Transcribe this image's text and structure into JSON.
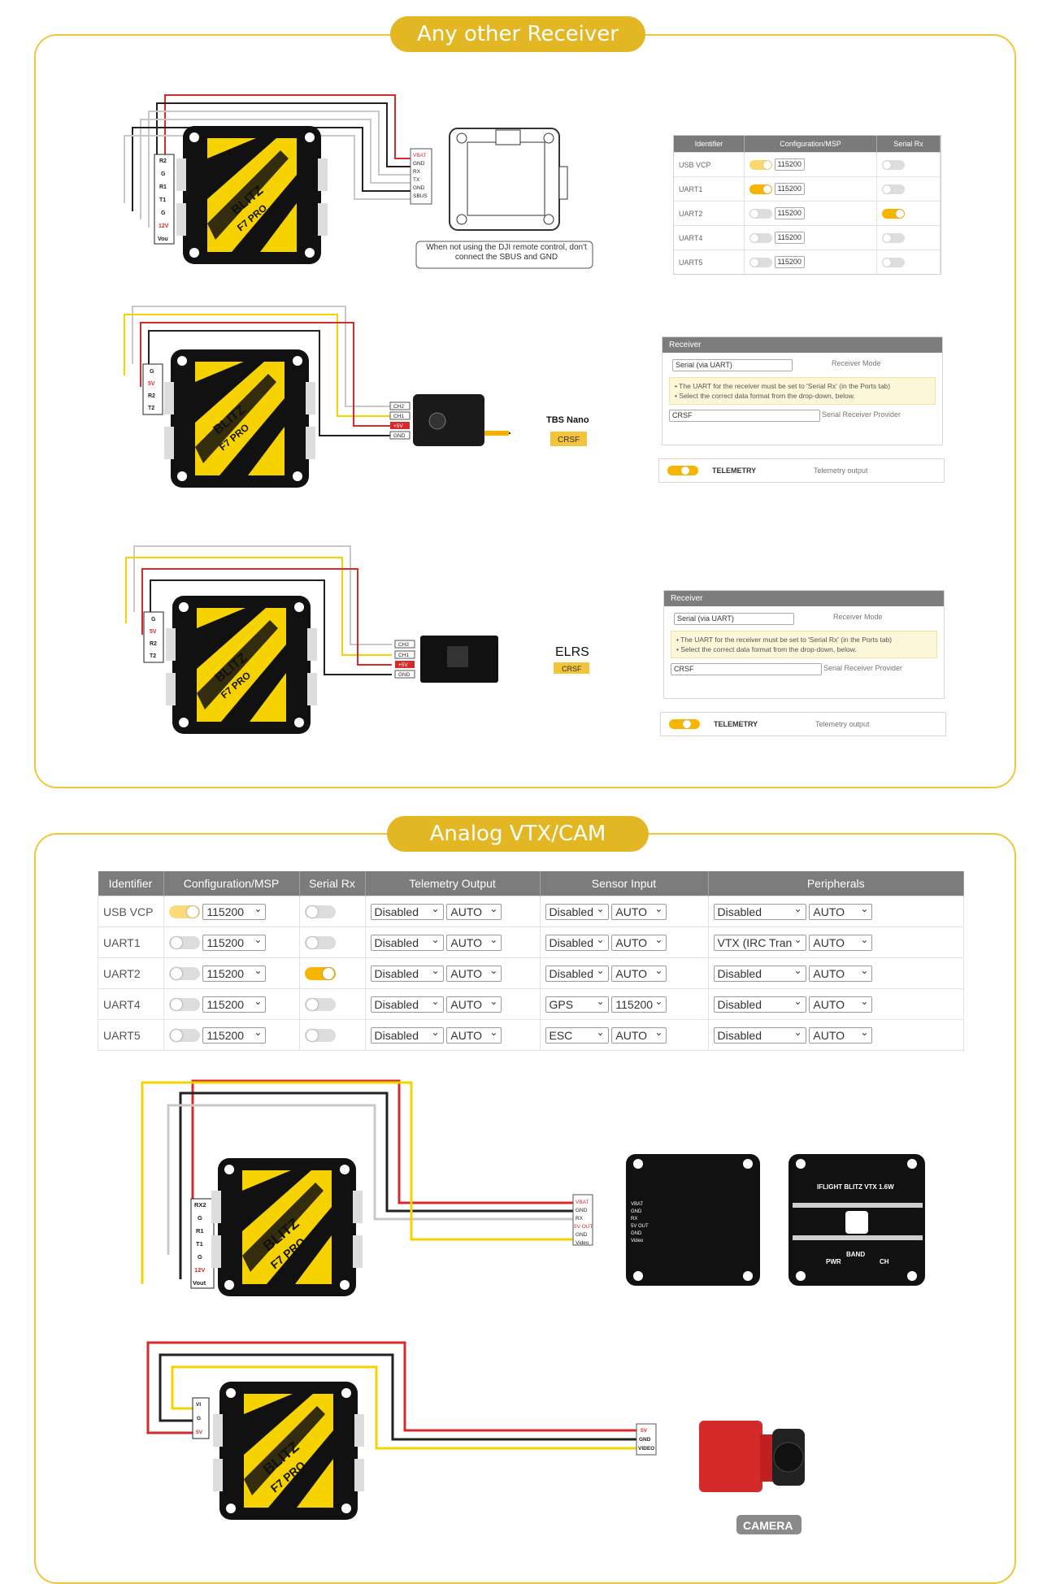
{
  "sections": {
    "receiver_title": "Any other Receiver",
    "vtx_title": "Analog VTX/CAM"
  },
  "dji": {
    "pins": [
      "VBAT",
      "GND",
      "RX",
      "TX",
      "GND",
      "SBUS"
    ],
    "uart_pins": [
      "R2",
      "G",
      "R1",
      "T1",
      "G",
      "12V",
      "Vou"
    ],
    "note": "When not using the DJI remote control, don't connect the SBUS and GND"
  },
  "small_table": {
    "headers": [
      "Identifier",
      "Configuration/MSP",
      "Serial Rx"
    ],
    "rows": [
      {
        "id": "USB VCP",
        "baud": "115200"
      },
      {
        "id": "UART1",
        "baud": "115200"
      },
      {
        "id": "UART2",
        "baud": "115200"
      },
      {
        "id": "UART4",
        "baud": "115200"
      },
      {
        "id": "UART5",
        "baud": "115200"
      }
    ]
  },
  "rx_pins": [
    "G",
    "5V",
    "R2",
    "T2"
  ],
  "rx_wires": [
    "CH2",
    "CH1",
    "+5V",
    "GND"
  ],
  "tbs": {
    "name": "TBS Nano",
    "protocol": "CRSF"
  },
  "elrs": {
    "name": "ELRS",
    "protocol": "CRSF"
  },
  "receiver_panel": {
    "header": "Receiver",
    "mode_value": "Serial (via UART)",
    "mode_label": "Receiver Mode",
    "note1": "• The UART for the receiver must be set to 'Serial Rx' (in the Ports tab)",
    "note2": "• Select the correct data format from the drop-down, below.",
    "provider_value": "CRSF",
    "provider_label": "Serial Receiver Provider",
    "telemetry": "TELEMETRY",
    "telemetry_desc": "Telemetry output"
  },
  "ports_table": {
    "headers": [
      "Identifier",
      "Configuration/MSP",
      "Serial Rx",
      "Telemetry Output",
      "Sensor Input",
      "Peripherals"
    ],
    "rows": [
      {
        "id": "USB VCP",
        "baud": "115200",
        "tel": "Disabled",
        "tel_baud": "AUTO",
        "sensor": "Disabled",
        "sensor_baud": "AUTO",
        "periph": "Disabled",
        "periph_baud": "AUTO"
      },
      {
        "id": "UART1",
        "baud": "115200",
        "tel": "Disabled",
        "tel_baud": "AUTO",
        "sensor": "Disabled",
        "sensor_baud": "AUTO",
        "periph": "VTX (IRC Tran",
        "periph_baud": "AUTO"
      },
      {
        "id": "UART2",
        "baud": "115200",
        "tel": "Disabled",
        "tel_baud": "AUTO",
        "sensor": "Disabled",
        "sensor_baud": "AUTO",
        "periph": "Disabled",
        "periph_baud": "AUTO"
      },
      {
        "id": "UART4",
        "baud": "115200",
        "tel": "Disabled",
        "tel_baud": "AUTO",
        "sensor": "GPS",
        "sensor_baud": "115200",
        "periph": "Disabled",
        "periph_baud": "AUTO"
      },
      {
        "id": "UART5",
        "baud": "115200",
        "tel": "Disabled",
        "tel_baud": "AUTO",
        "sensor": "ESC",
        "sensor_baud": "AUTO",
        "periph": "Disabled",
        "periph_baud": "AUTO"
      }
    ]
  },
  "vtx": {
    "uart_pins": [
      "RX2",
      "G",
      "R1",
      "T1",
      "G",
      "12V",
      "Vout"
    ],
    "wire_labels": [
      "VBAT",
      "GND",
      "RX",
      "5V OUT",
      "GND",
      "Video"
    ],
    "board_pins": [
      "VBAT",
      "GND",
      "RX",
      "5V OUT",
      "GND",
      "Video"
    ],
    "brand": "IFLIGHT BLITZ VTX 1.6W",
    "band": "BAND",
    "pwr": "PWR",
    "ch": "CH"
  },
  "cam": {
    "fc_pins": [
      "VI",
      "G",
      "5V"
    ],
    "wire_labels": [
      "5V",
      "GND",
      "VIDEO"
    ],
    "label": "CAMERA"
  },
  "board": {
    "brand": "BLITZ",
    "model": "F7 PRO"
  },
  "colors": {
    "accent": "#e3b723",
    "red": "#d62b2b",
    "yellow": "#f5d200",
    "black": "#222222",
    "white_wire": "#c8c8c8"
  }
}
